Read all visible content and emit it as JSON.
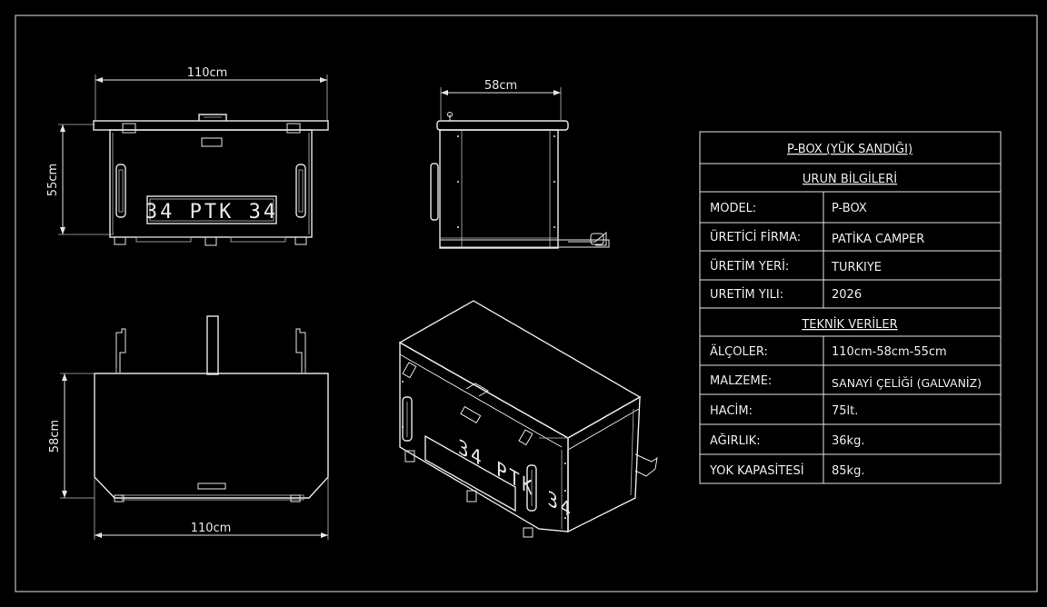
{
  "views": {
    "front": {
      "width_label": "110cm",
      "height_label": "55cm",
      "plate_text": "34 PTK 34"
    },
    "side": {
      "width_label": "58cm"
    },
    "top": {
      "depth_label": "58cm",
      "width_label": "110cm"
    },
    "iso": {
      "plate_text": "34 PTK 34"
    }
  },
  "table": {
    "title": "P-BOX (YÜK SANDIĞI)",
    "section1": "URUN BİLGİLERİ",
    "section2": "TEKNİK VERİLER",
    "rows1": [
      {
        "label": "MODEL:",
        "value": "P-BOX"
      },
      {
        "label": "ÜRETİCİ FİRMA:",
        "value": "PATİKA CAMPER"
      },
      {
        "label": "ÜRETİM YERİ:",
        "value": "TURKIYE"
      },
      {
        "label": "URETİM YILI:",
        "value": "2026"
      }
    ],
    "rows2": [
      {
        "label": "ÄLÇOLER:",
        "value": "110cm-58cm-55cm"
      },
      {
        "label": "MALZEME:",
        "value": "SANAYİ ÇELİĞİ (GALVANİZ)"
      },
      {
        "label": "HACİM:",
        "value": "75lt."
      },
      {
        "label": "AĞIRLIK:",
        "value": "36kg."
      },
      {
        "label": "YOK KAPASİTESİ",
        "value": "85kg."
      }
    ]
  }
}
